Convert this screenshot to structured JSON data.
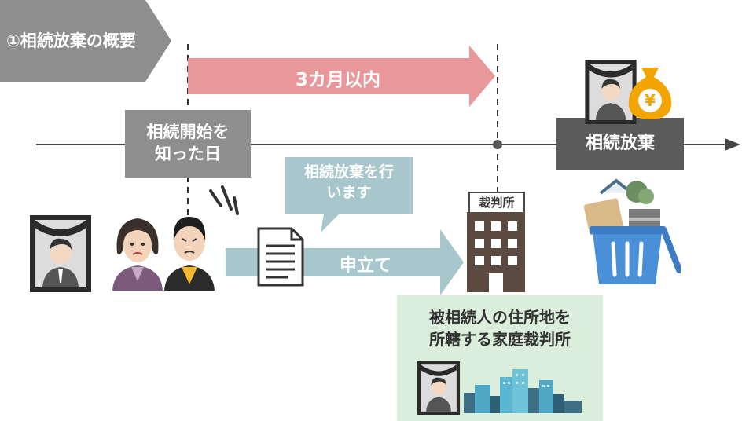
{
  "title": "①相続放棄の概要",
  "period_arrow": {
    "label": "3カ月以内"
  },
  "start_box": {
    "line1": "相続開始を",
    "line2": "知った日"
  },
  "result_box": {
    "label": "相続放棄"
  },
  "speech_bubble": {
    "line1": "相続放棄を行",
    "line2": "います"
  },
  "application_arrow": {
    "label": "申立て"
  },
  "court": {
    "sign": "裁判所"
  },
  "court_note": {
    "line1": "被相続人の住所地を",
    "line2": "所轄する家庭裁判所"
  },
  "icons": [
    "deceased-portrait-icon",
    "heirs-icon",
    "worry-lines-icon",
    "document-icon",
    "court-building-icon",
    "money-bag-icon",
    "yen-sign",
    "trash-bin-icon",
    "assets-icon",
    "city-skyline-icon"
  ],
  "colors": {
    "period_arrow": "#e8989a",
    "application_arrow": "#a8c7cc",
    "start_box": "#8e8e8e",
    "result_box": "#5b5b5b",
    "court_note_bg": "#dbeedc",
    "money_bag": "#f2a500",
    "trash_bin": "#4a90d9",
    "title_banner": "#8e8e8e"
  }
}
